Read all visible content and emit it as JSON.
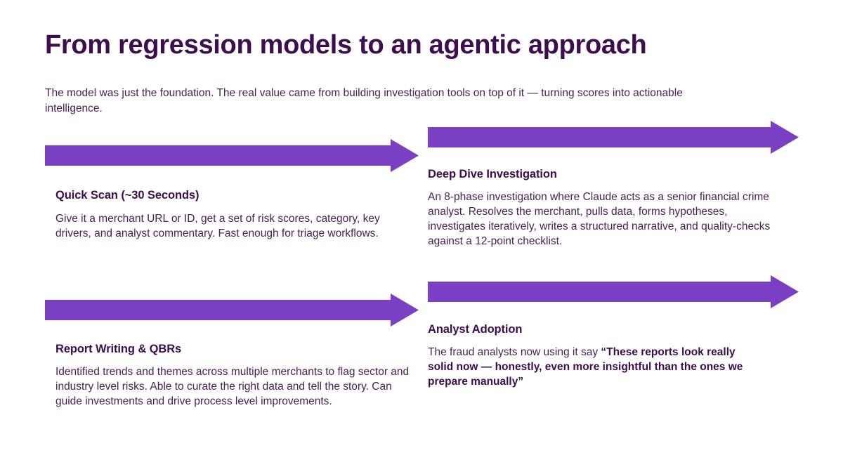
{
  "slide": {
    "title": "From regression models to an agentic approach",
    "subtitle": "The model was just the foundation. The real value came from building investigation tools on top of it — turning scores into actionable intelligence.",
    "background_color": "#FFFFFF",
    "title_color": "#3D0D4E",
    "body_color": "#4A2152",
    "arrow_color": "#7B3FC4"
  },
  "blocks": [
    {
      "id": "quick-scan",
      "position": "top-left",
      "heading": "Quick Scan (~30 Seconds)",
      "body": "Give it a merchant URL or ID, get a set of risk scores, category, key drivers, and analyst commentary. Fast enough for triage workflows.",
      "arrow": "right-block-arrow"
    },
    {
      "id": "deep-dive-investigation",
      "position": "top-right",
      "heading": "Deep Dive Investigation",
      "body": "An 8-phase investigation where Claude acts as a senior financial crime analyst. Resolves the merchant, pulls data, forms hypotheses, investigates iteratively, writes a structured narrative, and quality-checks against a 12-point checklist.",
      "arrow": "right-block-arrow"
    },
    {
      "id": "report-writing-qbrs",
      "position": "bottom-left",
      "heading": "Report Writing & QBRs",
      "body": "Identified trends and themes across multiple merchants to flag sector and industry level risks. Able to curate the right data and tell the story. Can guide investments and drive process level improvements.",
      "arrow": "right-block-arrow"
    },
    {
      "id": "analyst-adoption",
      "position": "bottom-right",
      "heading": "Analyst Adoption",
      "body_lead": "The fraud analysts now using it say ",
      "body_quote": "“These reports look really solid now — honestly, even more insightful than the ones we prepare manually”",
      "arrow": "right-block-arrow"
    }
  ]
}
